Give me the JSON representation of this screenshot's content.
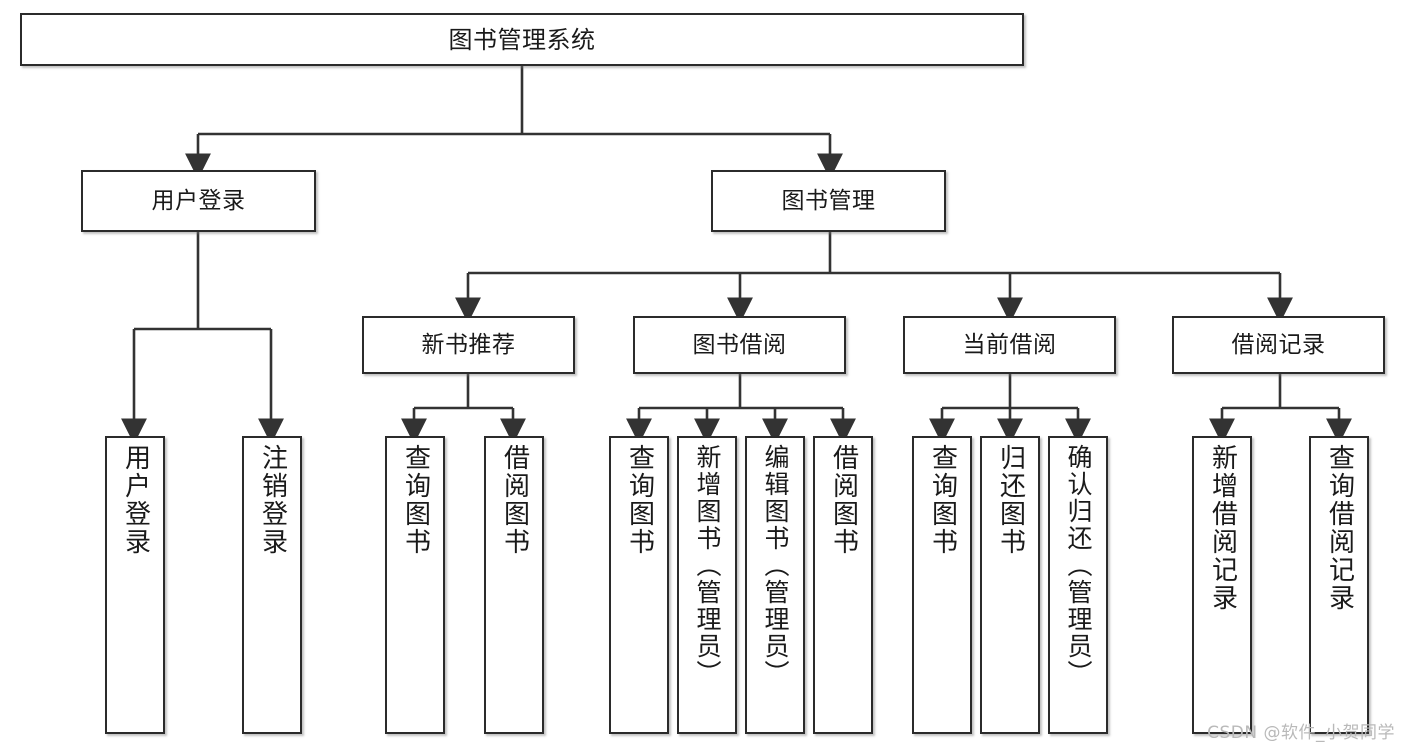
{
  "diagram": {
    "title": "图书管理系统",
    "type": "tree-hierarchy-chart",
    "watermark": "CSDN @软件_小贺同学",
    "colors": {
      "box_border": "#2b2b2b",
      "box_fill": "#ffffff",
      "connector": "#333333",
      "text": "#1a1a1a",
      "watermark": "#b9b9b9"
    }
  },
  "nodes": {
    "root": {
      "label": "图书管理系统"
    },
    "level2": [
      {
        "label": "用户登录"
      },
      {
        "label": "图书管理"
      }
    ],
    "level3": [
      {
        "label": "新书推荐"
      },
      {
        "label": "图书借阅"
      },
      {
        "label": "当前借阅"
      },
      {
        "label": "借阅记录"
      }
    ],
    "leaves": {
      "user_login": [
        {
          "label": "用户登录"
        },
        {
          "label": "注销登录"
        }
      ],
      "new_book_recommend": [
        {
          "label": "查询图书"
        },
        {
          "label": "借阅图书"
        }
      ],
      "book_borrow": [
        {
          "label": "查询图书"
        },
        {
          "label": "新增图书（管理员）"
        },
        {
          "label": "编辑图书（管理员）"
        },
        {
          "label": "借阅图书"
        }
      ],
      "current_borrow": [
        {
          "label": "查询图书"
        },
        {
          "label": "归还图书"
        },
        {
          "label": "确认归还（管理员）"
        }
      ],
      "borrow_record": [
        {
          "label": "新增借阅记录"
        },
        {
          "label": "查询借阅记录"
        }
      ]
    }
  }
}
